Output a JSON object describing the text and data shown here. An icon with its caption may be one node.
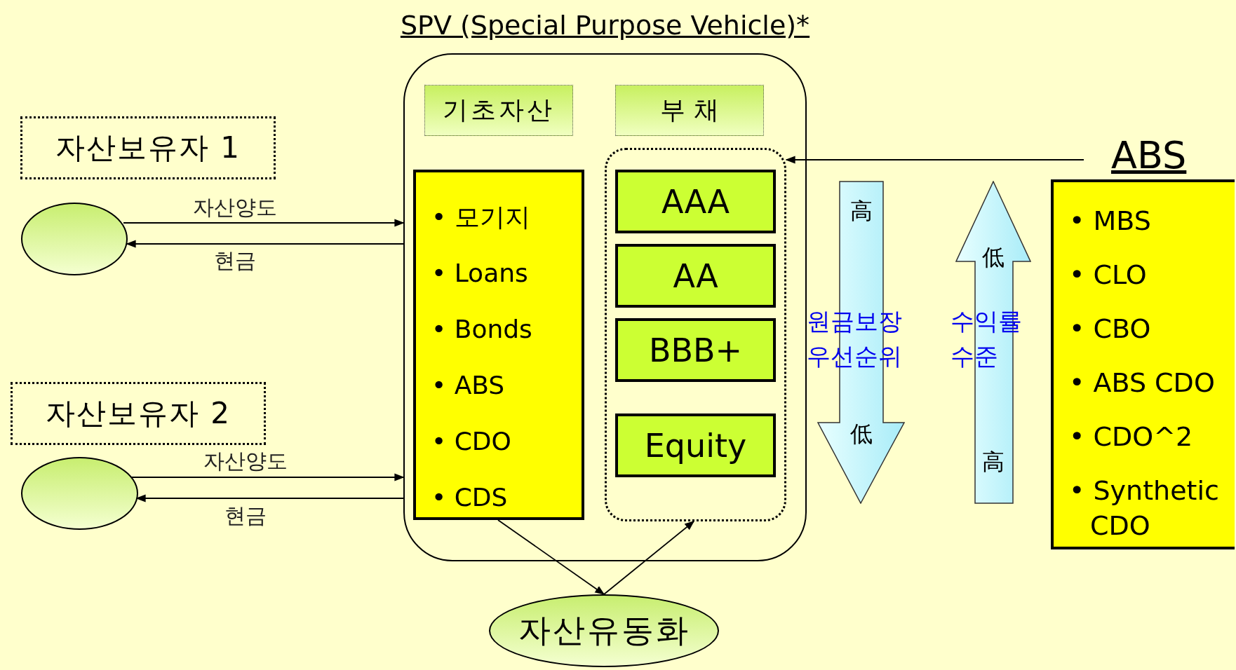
{
  "diagram": {
    "nodes": [
      {
        "text": [
          "자산보유자 1"
        ]
      },
      {
        "text": [],
        "shape": "ellipse"
      },
      {
        "text": [
          "자산보유자 2"
        ]
      },
      {
        "text": [],
        "shape": "ellipse"
      },
      {
        "text": [
          "SPV (Special Purpose Vehicle)*"
        ]
      },
      {
        "text": [
          "기초자산"
        ],
        "in": 4
      },
      {
        "text": [
          "부 채"
        ],
        "in": 4
      },
      {
        "text": [
          "• 모기지",
          "• Loans",
          "• Bonds",
          "• ABS",
          "• CDO",
          "• CDS"
        ],
        "in": 4
      },
      {
        "text": [],
        "shape": "box",
        "in": 4
      },
      {
        "text": [
          "AAA"
        ],
        "in": 8
      },
      {
        "text": [
          "AA"
        ],
        "in": 8
      },
      {
        "text": [
          "BBB+"
        ],
        "in": 8
      },
      {
        "text": [
          "Equity"
        ],
        "in": 8
      },
      {
        "text": [
          "高",
          "低"
        ]
      },
      {
        "text": [
          "低",
          "高"
        ]
      },
      {
        "text": [
          "ABS",
          "• MBS",
          "• CLO",
          "• CBO",
          "• ABS CDO",
          "• CDO^2",
          "• Synthetic CDO"
        ]
      },
      {
        "text": [
          "자산유동화"
        ]
      }
    ],
    "edges": [
      {
        "from": 1,
        "to": 4,
        "label": "자산양도",
        "arrow": "to"
      },
      {
        "from": 4,
        "to": 1,
        "label": "현금",
        "arrow": "to"
      },
      {
        "from": 3,
        "to": 4,
        "label": "자산양도",
        "arrow": "to"
      },
      {
        "from": 4,
        "to": 3,
        "label": "현금",
        "arrow": "to"
      },
      {
        "from": 15,
        "to": 8,
        "arrow": "to"
      },
      {
        "from": 7,
        "to": 16,
        "arrow": "to"
      },
      {
        "from": 16,
        "to": 8,
        "arrow": "to"
      }
    ],
    "labels": [
      "원금보장 우선순위",
      "수익률 수준"
    ]
  }
}
